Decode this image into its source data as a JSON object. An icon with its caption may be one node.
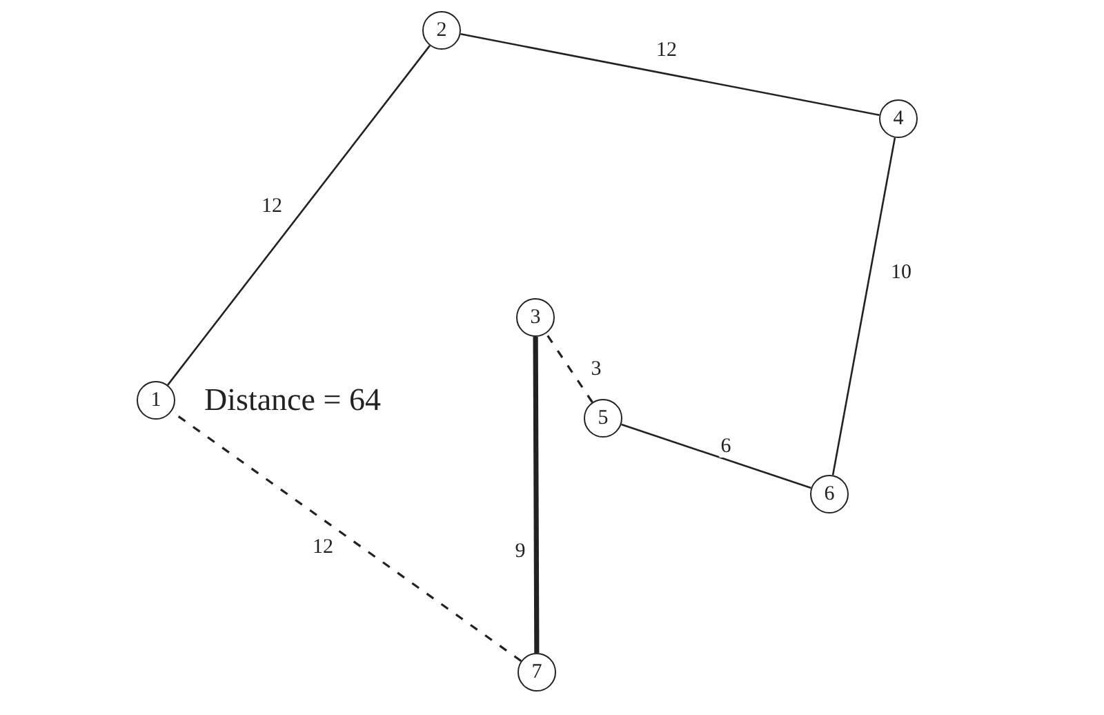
{
  "diagram": {
    "nodes": [
      {
        "text": [
          "1"
        ]
      },
      {
        "text": [
          "2"
        ]
      },
      {
        "text": [
          "3"
        ]
      },
      {
        "text": [
          "4"
        ]
      },
      {
        "text": [
          "5"
        ]
      },
      {
        "text": [
          "6"
        ]
      },
      {
        "text": [
          "7"
        ]
      }
    ],
    "edges": [
      {
        "from": 0,
        "to": 1,
        "arrow": "none",
        "label": "12"
      },
      {
        "from": 1,
        "to": 3,
        "arrow": "none",
        "label": "12"
      },
      {
        "from": 3,
        "to": 5,
        "arrow": "none",
        "label": "10"
      },
      {
        "from": 5,
        "to": 4,
        "arrow": "none",
        "label": "6"
      },
      {
        "from": 4,
        "to": 2,
        "arrow": "none",
        "label": "3",
        "style": "dashed"
      },
      {
        "from": 2,
        "to": 6,
        "arrow": "none",
        "label": "9",
        "style": "thick"
      },
      {
        "from": 6,
        "to": 0,
        "arrow": "none",
        "label": "12",
        "style": "dashed"
      }
    ],
    "labels": [
      "Distance = 64"
    ]
  }
}
